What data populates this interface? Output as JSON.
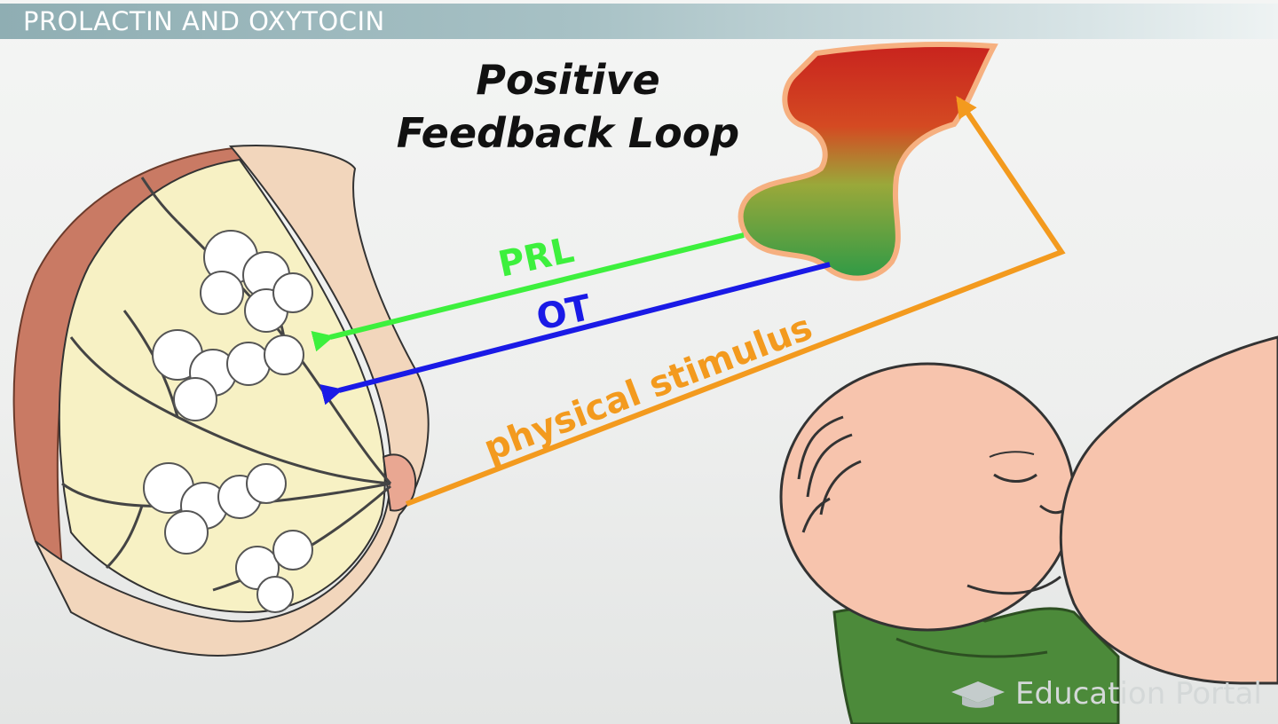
{
  "header": {
    "title": "PROLACTIN AND OXYTOCIN"
  },
  "heading": {
    "line1": "Positive",
    "line2": "Feedback Loop"
  },
  "labels": {
    "prl": "PRL",
    "ot": "OT",
    "stimulus": "physical stimulus"
  },
  "watermark": {
    "text": "Education Portal",
    "icon": "graduation-cap-icon"
  },
  "colors": {
    "prl_arrow": "#3df03d",
    "ot_arrow": "#1a1ae6",
    "stimulus_arrow": "#f39a1e",
    "gland_top": "#c8231e",
    "gland_bottom": "#2f9a46",
    "breast_outer": "#c97a64",
    "breast_inner": "#f7f1c4",
    "skin": "#f7c4ad",
    "blanket": "#4c8a3a"
  }
}
